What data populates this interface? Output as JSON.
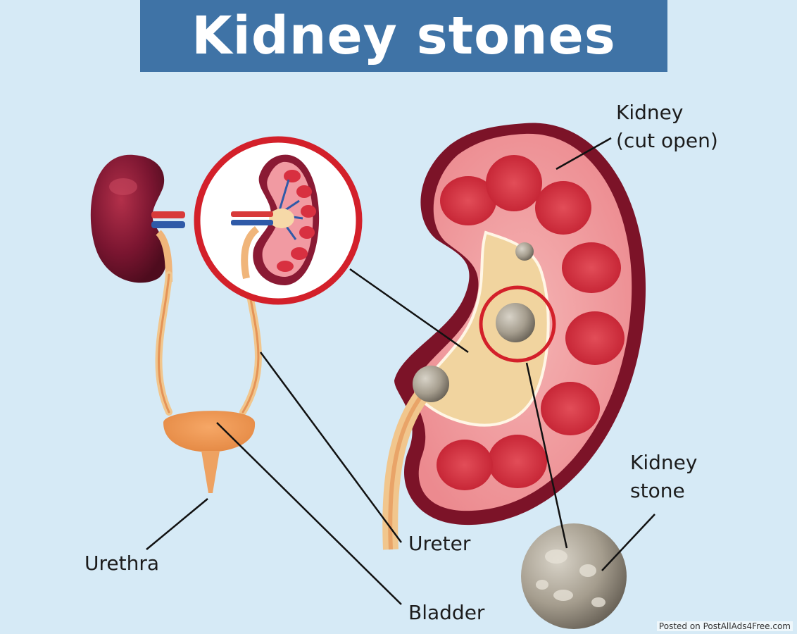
{
  "title": "Kidney stones",
  "labels": {
    "kidney_line1": "Kidney",
    "kidney_line2": "(cut open)",
    "kidney_stone_line1": "Kidney",
    "kidney_stone_line2": "stone",
    "ureter": "Ureter",
    "urethra": "Urethra",
    "bladder": "Bladder"
  },
  "footer": "Posted on PostAllAds4Free.com"
}
